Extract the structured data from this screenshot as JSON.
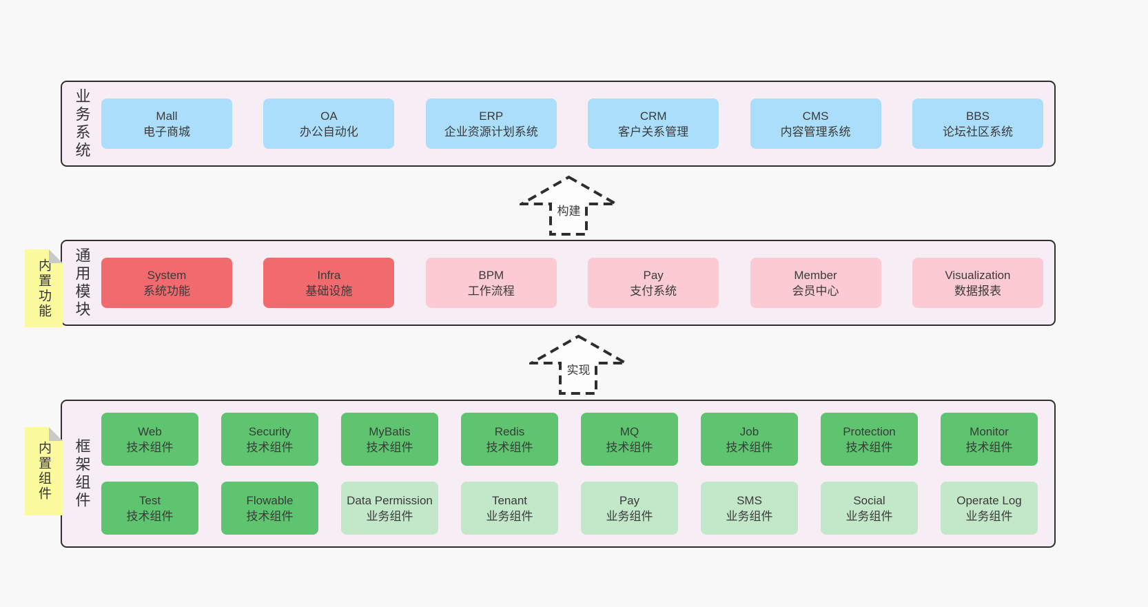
{
  "colors": {
    "page_bg": "#f8f8f8",
    "layer_bg": "#f6edf5",
    "layer_border": "#2e2e2e",
    "blue": "#abdefa",
    "red": "#f16b6e",
    "pink": "#fbcad3",
    "green": "#5fc470",
    "green_light": "#c3e8c9",
    "sticky": "#fbfa9d",
    "sticky_fold": "#c9c9c9",
    "text": "#3a3a3a",
    "arrow": "#2e2e2e"
  },
  "layers": [
    {
      "label": "业务系统",
      "boxes": [
        {
          "name": "Mall",
          "desc": "电子商城",
          "type": "blue"
        },
        {
          "name": "OA",
          "desc": "办公自动化",
          "type": "blue"
        },
        {
          "name": "ERP",
          "desc": "企业资源计划系统",
          "type": "blue"
        },
        {
          "name": "CRM",
          "desc": "客户关系管理",
          "type": "blue"
        },
        {
          "name": "CMS",
          "desc": "内容管理系统",
          "type": "blue"
        },
        {
          "name": "BBS",
          "desc": "论坛社区系统",
          "type": "blue"
        }
      ]
    },
    {
      "label": "通用模块",
      "sticky": "内置功能",
      "boxes": [
        {
          "name": "System",
          "desc": "系统功能",
          "type": "red"
        },
        {
          "name": "Infra",
          "desc": "基础设施",
          "type": "red"
        },
        {
          "name": "BPM",
          "desc": "工作流程",
          "type": "pink"
        },
        {
          "name": "Pay",
          "desc": "支付系统",
          "type": "pink"
        },
        {
          "name": "Member",
          "desc": "会员中心",
          "type": "pink"
        },
        {
          "name": "Visualization",
          "desc": "数据报表",
          "type": "pink"
        }
      ]
    },
    {
      "label": "框架组件",
      "sticky": "内置组件",
      "boxes": [
        {
          "name": "Web",
          "desc": "技术组件",
          "type": "green"
        },
        {
          "name": "Security",
          "desc": "技术组件",
          "type": "green"
        },
        {
          "name": "MyBatis",
          "desc": "技术组件",
          "type": "green"
        },
        {
          "name": "Redis",
          "desc": "技术组件",
          "type": "green"
        },
        {
          "name": "MQ",
          "desc": "技术组件",
          "type": "green"
        },
        {
          "name": "Job",
          "desc": "技术组件",
          "type": "green"
        },
        {
          "name": "Protection",
          "desc": "技术组件",
          "type": "green"
        },
        {
          "name": "Monitor",
          "desc": "技术组件",
          "type": "green"
        },
        {
          "name": "Test",
          "desc": "技术组件",
          "type": "green"
        },
        {
          "name": "Flowable",
          "desc": "技术组件",
          "type": "green"
        },
        {
          "name": "Data Permission",
          "desc": "业务组件",
          "type": "green-light"
        },
        {
          "name": "Tenant",
          "desc": "业务组件",
          "type": "green-light"
        },
        {
          "name": "Pay",
          "desc": "业务组件",
          "type": "green-light"
        },
        {
          "name": "SMS",
          "desc": "业务组件",
          "type": "green-light"
        },
        {
          "name": "Social",
          "desc": "业务组件",
          "type": "green-light"
        },
        {
          "name": "Operate Log",
          "desc": "业务组件",
          "type": "green-light"
        }
      ]
    }
  ],
  "arrows": [
    {
      "label": "构建"
    },
    {
      "label": "实现"
    }
  ]
}
